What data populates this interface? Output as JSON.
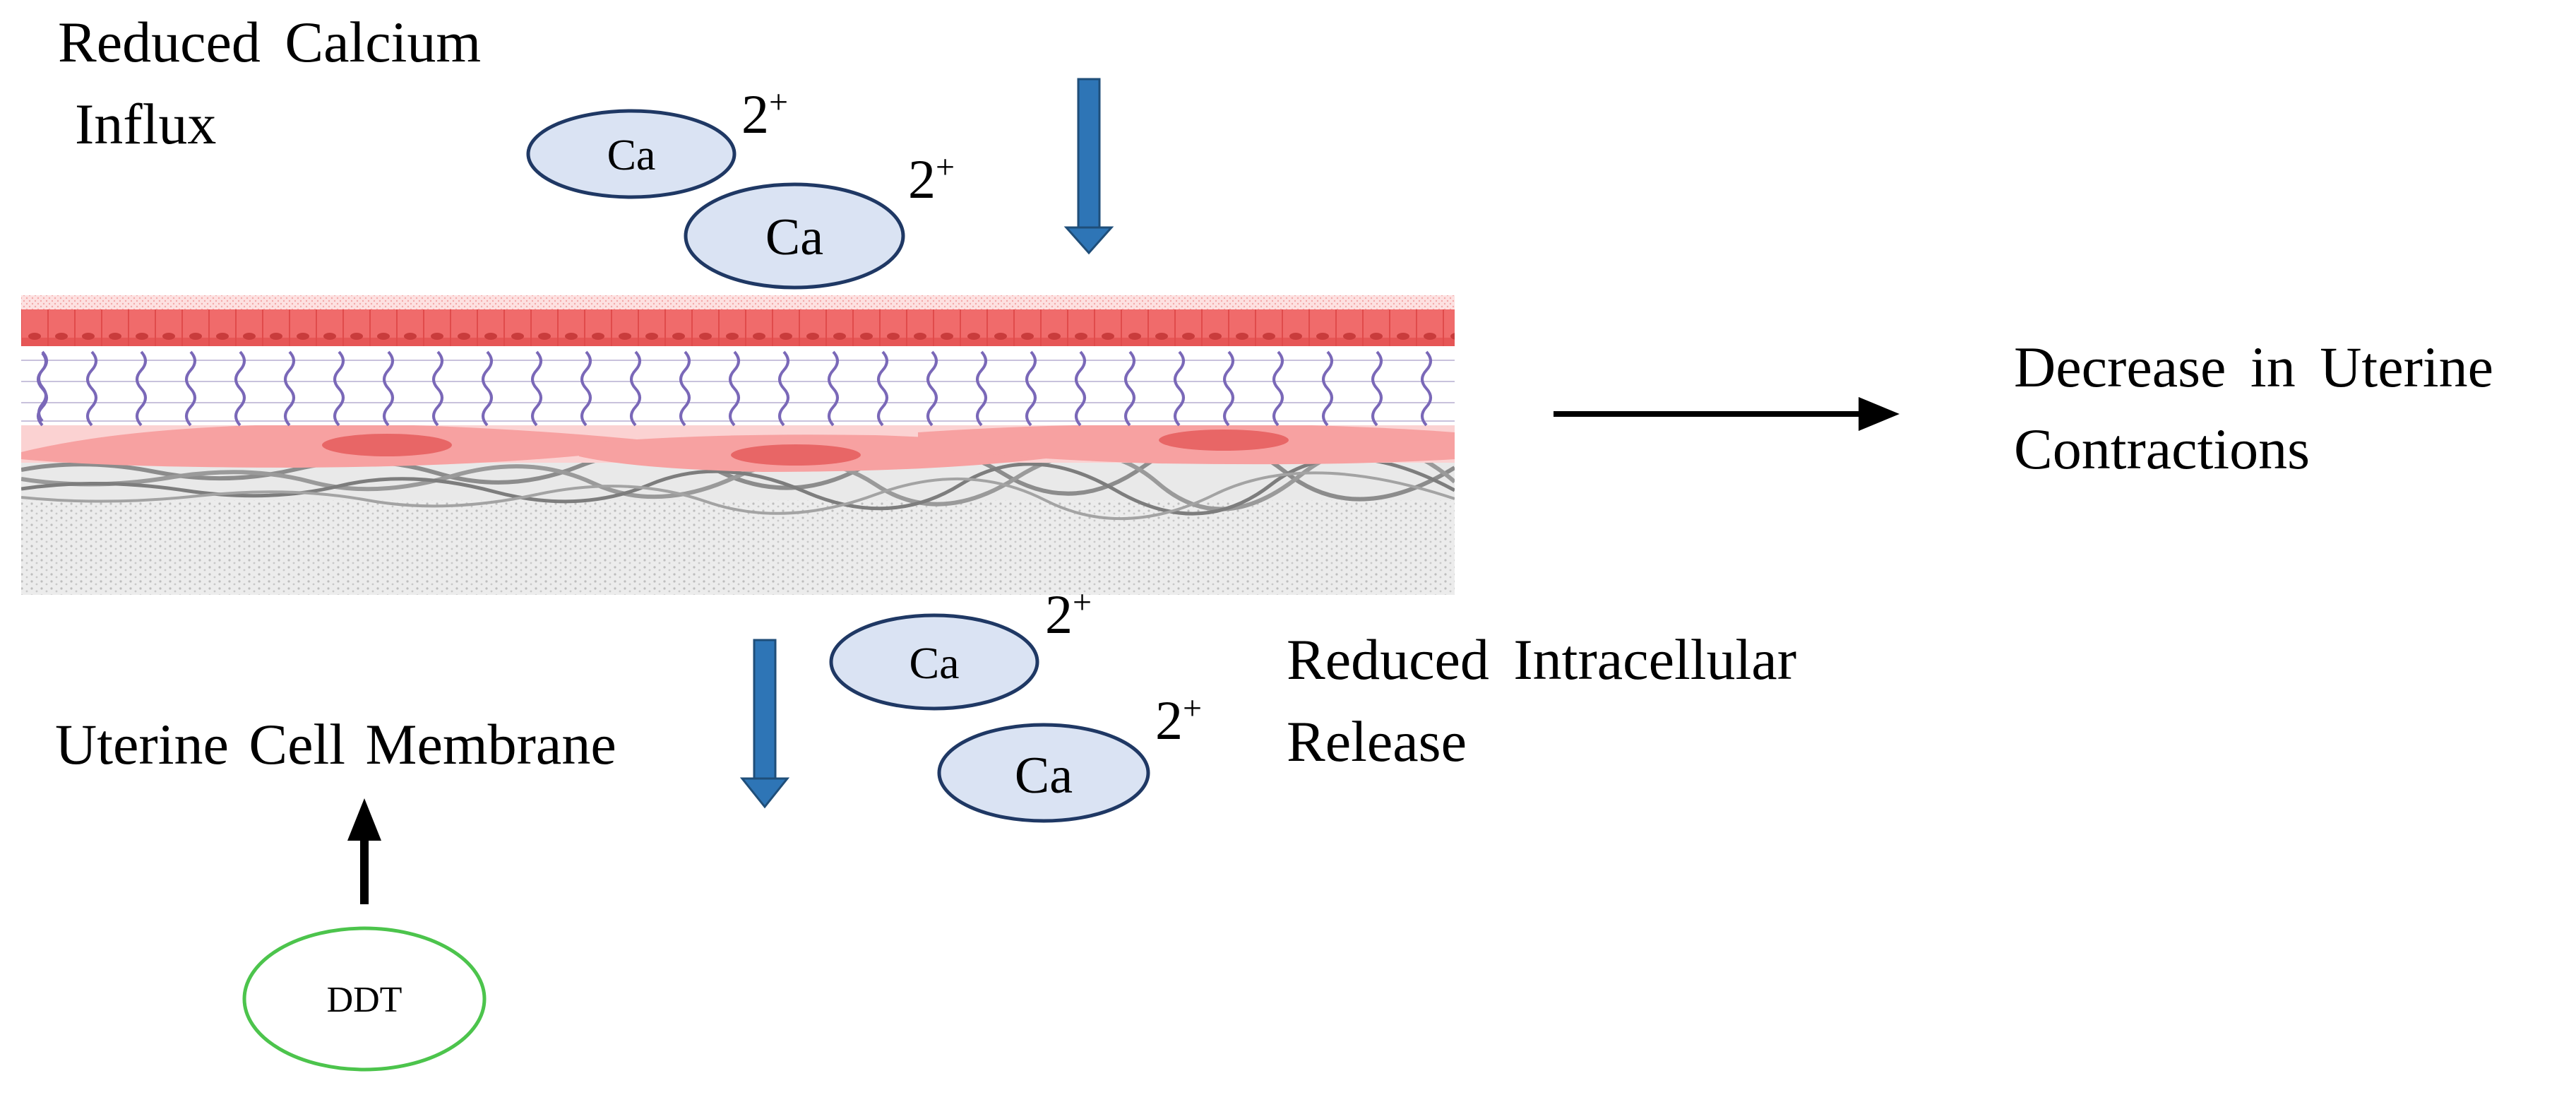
{
  "labels": {
    "reduced_calcium_line1": "Reduced Calcium",
    "reduced_calcium_line2": "Influx",
    "decrease_line1": "Decrease in Uterine",
    "decrease_line2": "Contractions",
    "reduced_intracellular_line1": "Reduced Intracellular",
    "reduced_intracellular_line2": "Release",
    "uterine_membrane": "Uterine Cell Membrane",
    "ddt": "DDT"
  },
  "ions": [
    {
      "symbol": "Ca",
      "charge": "2",
      "sign": "+"
    },
    {
      "symbol": "Ca",
      "charge": "2",
      "sign": "+"
    },
    {
      "symbol": "Ca",
      "charge": "2",
      "sign": "+"
    },
    {
      "symbol": "Ca",
      "charge": "2",
      "sign": "+"
    }
  ],
  "colors": {
    "ion_fill": "#dae3f3",
    "ion_stroke": "#1f3864",
    "blue_arrow": "#2e75b6",
    "black_arrow": "#000000",
    "ddt_stroke": "#4cc44c",
    "epithelium": "#f06b6b",
    "muscle": "#f7a1a1",
    "fiber_gray": "#8c8c8c",
    "network_purple": "#7a68b8"
  }
}
